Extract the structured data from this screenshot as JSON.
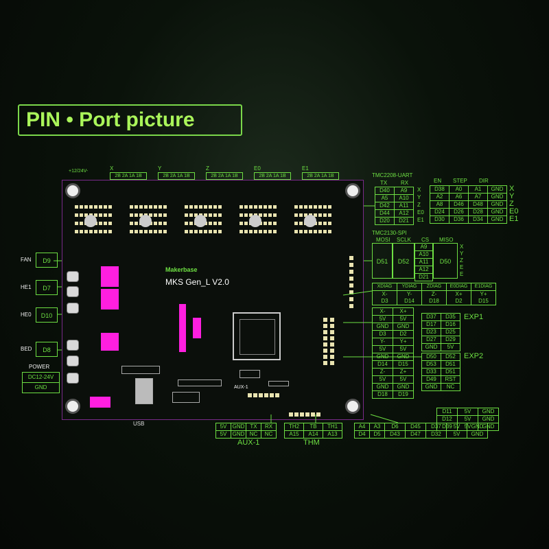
{
  "title": "PIN • Port picture",
  "board": {
    "brand": "Makerbase",
    "model": "MKS  Gen_L V2.0",
    "voltage_label": "+12/24V-",
    "aux1_label": "AUX-1",
    "usb_label": "USB"
  },
  "motor_headers": [
    {
      "axis": "X",
      "pins": "2B 2A 1A 1B"
    },
    {
      "axis": "Y",
      "pins": "2B 2A 1A 1B"
    },
    {
      "axis": "Z",
      "pins": "2B 2A 1A 1B"
    },
    {
      "axis": "E0",
      "pins": "2B 2A 1A 1B"
    },
    {
      "axis": "E1",
      "pins": "2B 2A 1A 1B"
    }
  ],
  "left_ports": [
    {
      "label": "FAN",
      "pin": "D9"
    },
    {
      "label": "HE1",
      "pin": "D7"
    },
    {
      "label": "HE0",
      "pin": "D10"
    },
    {
      "label": "BED",
      "pin": "D8"
    }
  ],
  "power": {
    "label": "POWER",
    "voltage": "DC12-24V",
    "gnd": "GND"
  },
  "uart": {
    "title": "TMC2208-UART",
    "headers": [
      "TX",
      "RX"
    ],
    "rows": [
      [
        "D40",
        "A9",
        "X"
      ],
      [
        "A5",
        "A10",
        "Y"
      ],
      [
        "D42",
        "A11",
        "Z"
      ],
      [
        "D44",
        "A12",
        "E0"
      ],
      [
        "D20",
        "D21",
        "E1"
      ]
    ]
  },
  "step_dir": {
    "headers": [
      "EN",
      "STEP",
      "DIR"
    ],
    "rows": [
      [
        "D38",
        "A0",
        "A1",
        "GND",
        "X"
      ],
      [
        "A2",
        "A6",
        "A7",
        "GND",
        "Y"
      ],
      [
        "A8",
        "D46",
        "D48",
        "GND",
        "Z"
      ],
      [
        "D24",
        "D26",
        "D28",
        "GND",
        "E0"
      ],
      [
        "D30",
        "D36",
        "D34",
        "GND",
        "E1"
      ]
    ]
  },
  "spi": {
    "title": "TMC2130-SPI",
    "headers": [
      "MOSI",
      "SCLK",
      "CS",
      "MISO"
    ],
    "mosi": "D51",
    "sclk": "D52",
    "miso": "D50",
    "cs": [
      "A9",
      "A10",
      "A11",
      "A12",
      "D21"
    ],
    "axes": [
      "X",
      "Y",
      "Z",
      "E",
      "E"
    ]
  },
  "diag": {
    "headers": [
      "XDIAG",
      "YDIAG",
      "ZDIAG",
      "E0DIAG",
      "E1DIAG"
    ],
    "values": [
      "X-\nD3",
      "Y-\nD14",
      "Z-\nD18",
      "X+\nD2",
      "Y+\nD15"
    ]
  },
  "endstops": {
    "rows": [
      [
        "X-",
        "X+"
      ],
      [
        "5V",
        "5V"
      ],
      [
        "GND",
        "GND"
      ],
      [
        "D3",
        "D2"
      ],
      [
        "Y-",
        "Y+"
      ],
      [
        "5V",
        "5V"
      ],
      [
        "GND",
        "GND"
      ],
      [
        "D14",
        "D15"
      ],
      [
        "Z-",
        "Z+"
      ],
      [
        "5V",
        "5V"
      ],
      [
        "GND",
        "GND"
      ],
      [
        "D18",
        "D19"
      ]
    ]
  },
  "exp1": {
    "label": "EXP1",
    "rows": [
      [
        "D37",
        "D35"
      ],
      [
        "D17",
        "D16"
      ],
      [
        "D23",
        "D25"
      ],
      [
        "D27",
        "D29"
      ],
      [
        "GND",
        "5V"
      ]
    ]
  },
  "exp2": {
    "label": "EXP2",
    "rows": [
      [
        "D50",
        "D52"
      ],
      [
        "D53",
        "D51"
      ],
      [
        "D33",
        "D51"
      ],
      [
        "D49",
        "RST"
      ],
      [
        "GND",
        "NC"
      ]
    ]
  },
  "aux_bottom": {
    "label": "AUX-1",
    "rows": [
      [
        "5V",
        "GND",
        "TX",
        "RX"
      ],
      [
        "5V",
        "GND",
        "NC",
        "NC"
      ]
    ]
  },
  "thm": {
    "label": "THM",
    "rows": [
      [
        "TH2",
        "TB",
        "TH1"
      ],
      [
        "A15",
        "A14",
        "A13"
      ]
    ]
  },
  "bottom_right": {
    "rows": [
      [
        "A4",
        "A3",
        "D6",
        "D45",
        "D37",
        "5V",
        "GND"
      ],
      [
        "D4",
        "D5",
        "D43",
        "D47",
        "D32",
        "5V",
        "GND"
      ]
    ],
    "upper": [
      [
        "D11",
        "5V",
        "GND"
      ],
      [
        "D12",
        "5V",
        "GND"
      ]
    ],
    "upper2": [
      [
        "D39",
        "5V",
        "GND"
      ]
    ]
  },
  "colors": {
    "accent": "#6ee043",
    "title": "#aaf55a",
    "pad": "#ff1fe0"
  }
}
